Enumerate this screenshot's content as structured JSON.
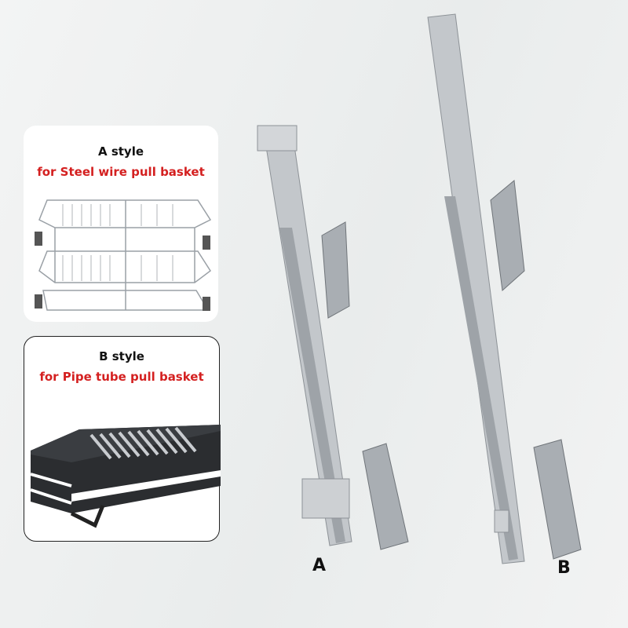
{
  "styles": [
    {
      "title": "A style",
      "subtitle": "for Steel wire pull basket"
    },
    {
      "title": "B style",
      "subtitle": "for Pipe tube pull basket"
    }
  ],
  "rail_labels": {
    "a": "A",
    "b": "B"
  },
  "colors": {
    "subtitle": "#d42020",
    "rail": "#b9bec3"
  }
}
